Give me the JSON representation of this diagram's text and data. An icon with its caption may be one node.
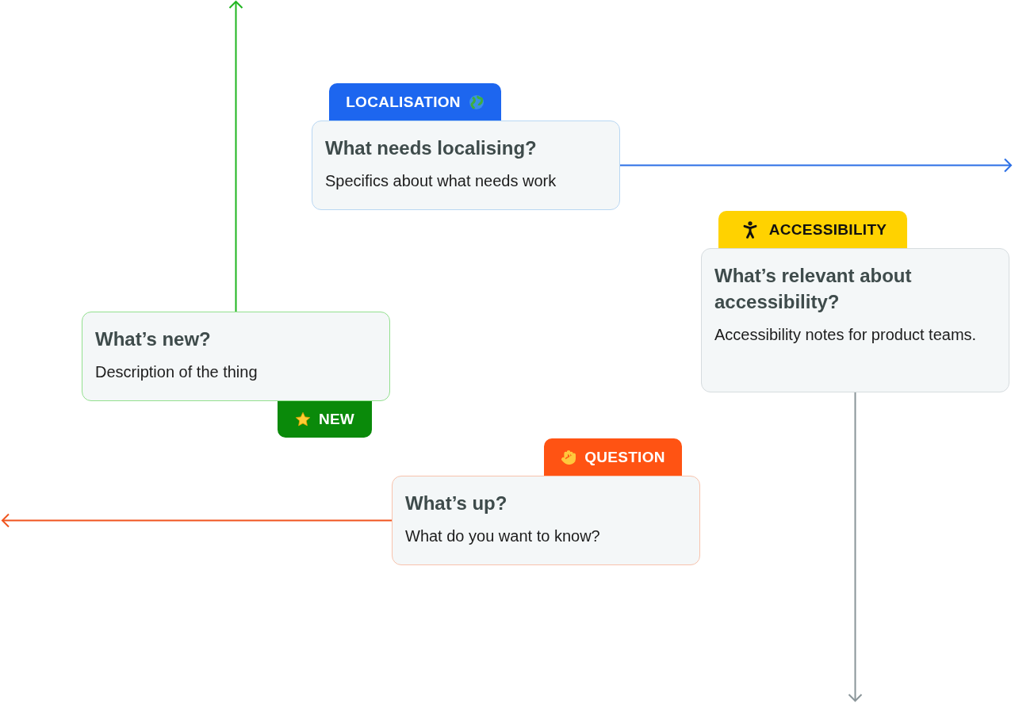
{
  "diagram": {
    "nodes": [
      {
        "text": [
          "LOCALISATION"
        ]
      },
      {
        "text": [
          "What needs localising?",
          "Specifics about what needs work"
        ]
      },
      {
        "text": [
          "ACCESSIBILITY"
        ]
      },
      {
        "text": [
          "What’s relevant about accessibility?",
          "Accessibility notes for product teams."
        ]
      },
      {
        "text": [
          "What’s new?",
          "Description of the thing"
        ]
      },
      {
        "text": [
          "NEW"
        ]
      },
      {
        "text": [
          "QUESTION"
        ]
      },
      {
        "text": [
          "What’s up?",
          "What do you want to know?"
        ]
      }
    ],
    "edges": [
      {
        "from": 4,
        "to": null,
        "arrow": "to",
        "color": "#1fb51f"
      },
      {
        "from": 1,
        "to": null,
        "arrow": "to",
        "color": "#2b6fe6"
      },
      {
        "from": 3,
        "to": null,
        "arrow": "to",
        "color": "#8a9599"
      },
      {
        "from": 7,
        "to": null,
        "arrow": "to",
        "color": "#f0541e"
      }
    ]
  }
}
